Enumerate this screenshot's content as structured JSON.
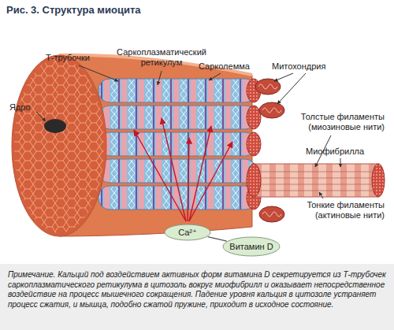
{
  "diagram": {
    "title": "Рис. 3. Структура миоцита",
    "caption": "Примечание. Кальций под воздействием активных форм витамина D секретируется из Т-трубочек саркоплазматического ретикулума в цитозоль вокруг миофибрилл и оказывает непосредственное воздействие на процесс мышечного сокращения. Падение уровня кальция в цитозоле устраняет процесс сжатия, и мышца, подобно сжатой пружине, приходит в исходное состояние.",
    "nodes": [
      {
        "text": [
          "Ca²⁺"
        ]
      },
      {
        "text": [
          "Витамин D"
        ]
      }
    ],
    "edges": [
      {
        "from": 1,
        "to": 0,
        "arrow": "none"
      }
    ],
    "labels": [
      "Т-трубочки",
      "Саркоплазматический ретикулум",
      "Сарколемма",
      "Митохондрия",
      "Ядро",
      "Толстые филаменты (миозиновые нити)",
      "Миофибрилла",
      "Тонкие филаменты (актиновые нити)"
    ]
  }
}
